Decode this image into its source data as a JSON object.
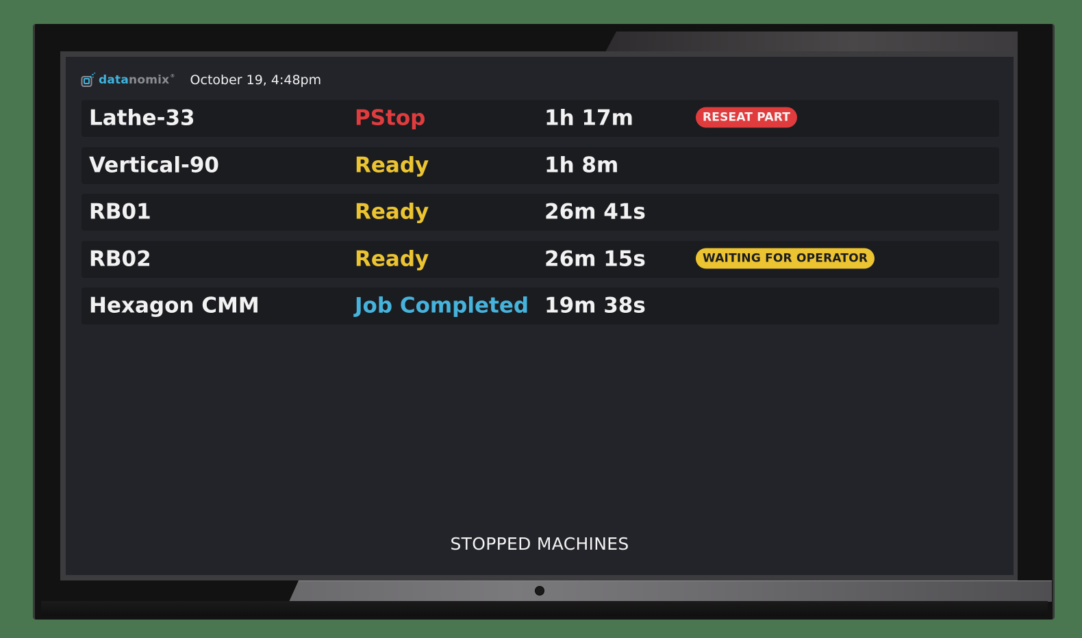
{
  "header": {
    "logo": {
      "part1": "data",
      "part2": "nomix",
      "reg": "®"
    },
    "datetime": "October 19, 4:48pm"
  },
  "colors": {
    "red": "#e03c3e",
    "yellow": "#ecc431",
    "blue": "#46b3dc",
    "row_bg": "#1b1c20",
    "screen_bg": "#23242a"
  },
  "machines": [
    {
      "name": "Lathe-33",
      "status": "PStop",
      "status_color": "red",
      "duration": "1h 17m",
      "badge": "RESEAT PART",
      "badge_color": "red"
    },
    {
      "name": "Vertical-90",
      "status": "Ready",
      "status_color": "yellow",
      "duration": "1h 8m",
      "badge": "",
      "badge_color": ""
    },
    {
      "name": "RB01",
      "status": "Ready",
      "status_color": "yellow",
      "duration": "26m 41s",
      "badge": "",
      "badge_color": ""
    },
    {
      "name": "RB02",
      "status": "Ready",
      "status_color": "yellow",
      "duration": "26m 15s",
      "badge": "WAITING FOR OPERATOR",
      "badge_color": "yellow"
    },
    {
      "name": "Hexagon CMM",
      "status": "Job Completed",
      "status_color": "blue",
      "duration": "19m 38s",
      "badge": "",
      "badge_color": ""
    }
  ],
  "footer": {
    "title": "STOPPED MACHINES"
  }
}
